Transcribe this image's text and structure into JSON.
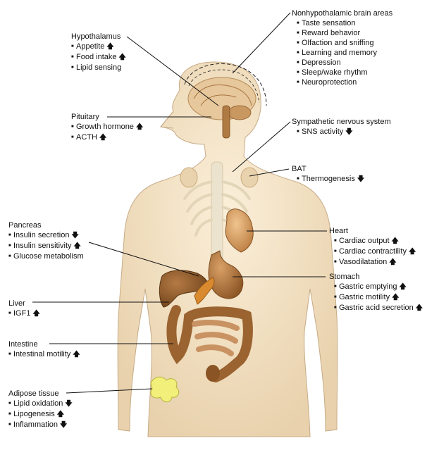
{
  "labels": {
    "hypothalamus": {
      "title": "Hypothalamus",
      "items": [
        {
          "text": "Appetite",
          "arrow": "up"
        },
        {
          "text": "Food intake",
          "arrow": "up"
        },
        {
          "text": "Lipid sensing",
          "arrow": ""
        }
      ]
    },
    "pituitary": {
      "title": "Pituitary",
      "items": [
        {
          "text": "Growth hormone",
          "arrow": "up"
        },
        {
          "text": "ACTH",
          "arrow": "up"
        }
      ]
    },
    "pancreas": {
      "title": "Pancreas",
      "items": [
        {
          "text": "Insulin secretion",
          "arrow": "down"
        },
        {
          "text": "Insulin sensitivity",
          "arrow": "up"
        },
        {
          "text": "Glucose metabolism",
          "arrow": ""
        }
      ]
    },
    "liver": {
      "title": "Liver",
      "items": [
        {
          "text": "IGF1",
          "arrow": "up"
        }
      ]
    },
    "intestine": {
      "title": "Intestine",
      "items": [
        {
          "text": "Intestinal motility",
          "arrow": "up"
        }
      ]
    },
    "adipose": {
      "title": "Adipose tissue",
      "items": [
        {
          "text": "Lipid oxidation",
          "arrow": "down"
        },
        {
          "text": "Lipogenesis",
          "arrow": "up"
        },
        {
          "text": "Inflammation",
          "arrow": "down"
        }
      ]
    },
    "brain": {
      "title": "Nonhypothalamic brain areas",
      "items": [
        {
          "text": "Taste sensation",
          "arrow": ""
        },
        {
          "text": "Reward behavior",
          "arrow": ""
        },
        {
          "text": "Olfaction and sniffing",
          "arrow": ""
        },
        {
          "text": "Learning and memory",
          "arrow": ""
        },
        {
          "text": "Depression",
          "arrow": ""
        },
        {
          "text": "Sleep/wake rhythm",
          "arrow": ""
        },
        {
          "text": "Neuroprotection",
          "arrow": ""
        }
      ]
    },
    "sns": {
      "title": "Sympathetic nervous system",
      "items": [
        {
          "text": "SNS activity",
          "arrow": "down"
        }
      ]
    },
    "bat": {
      "title": "BAT",
      "items": [
        {
          "text": "Thermogenesis",
          "arrow": "down"
        }
      ]
    },
    "heart": {
      "title": "Heart",
      "items": [
        {
          "text": "Cardiac output",
          "arrow": "up"
        },
        {
          "text": "Cardiac contractility",
          "arrow": "up"
        },
        {
          "text": "Vasodilatation",
          "arrow": "up"
        }
      ]
    },
    "stomach": {
      "title": "Stomach",
      "items": [
        {
          "text": "Gastric emptying",
          "arrow": "up"
        },
        {
          "text": "Gastric motility",
          "arrow": "up"
        },
        {
          "text": "Gastric acid secretion",
          "arrow": "up"
        }
      ]
    }
  },
  "arrows": {
    "up": "🡅",
    "down": "🡇"
  },
  "colors": {
    "skin": "#f3e1c3",
    "skin_edge": "#c7ab86",
    "organ": "#b5763a",
    "organ_dark": "#8a5424",
    "liver": "#8c5a2a",
    "pancreas": "#d98a2e",
    "heart": "#d9a56b",
    "adipose": "#f2f07a",
    "bone": "#ece3cf",
    "thyroid": "#e9d3ae"
  }
}
